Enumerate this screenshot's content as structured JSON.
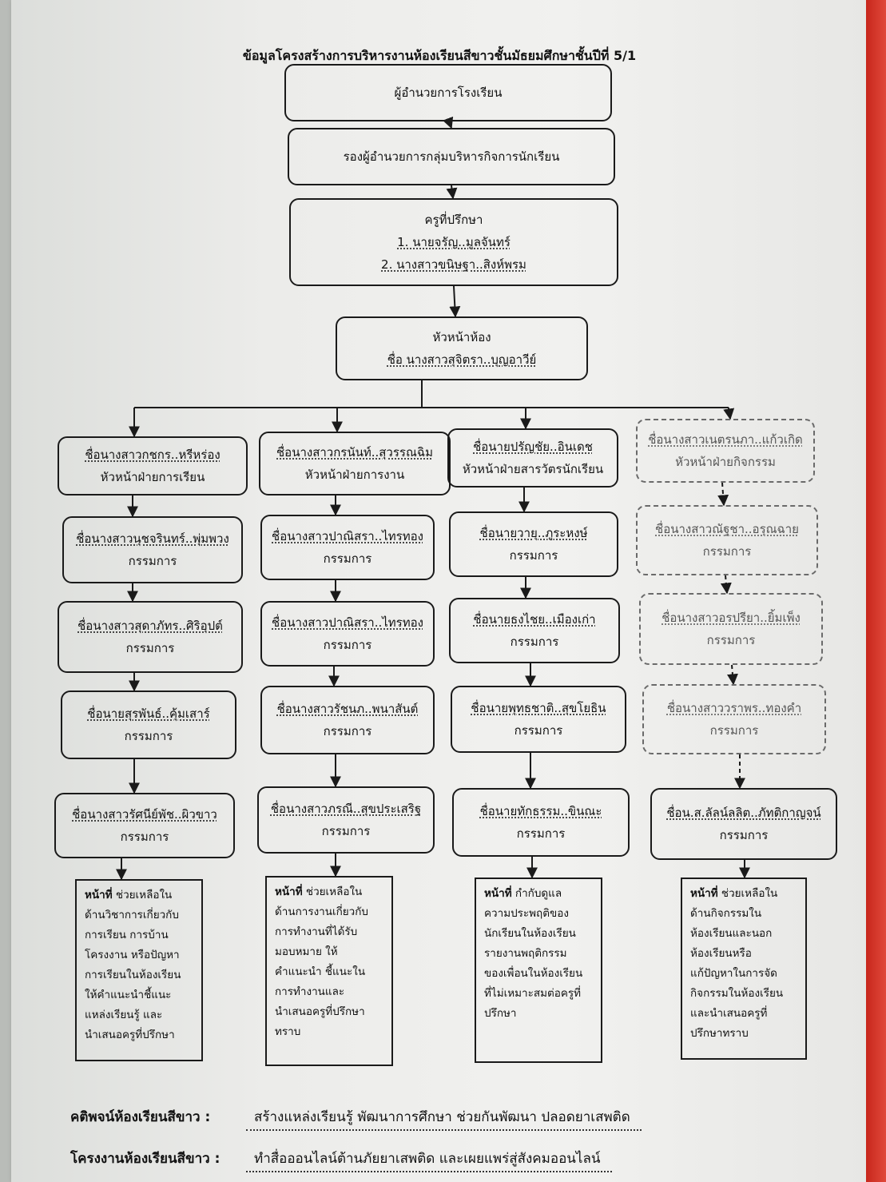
{
  "title": "ข้อมูลโครงสร้างการบริหารงานห้องเรียนสีขาวชั้นมัธยมศึกษาชั้นปีที่ 5/1",
  "director": "ผู้อำนวยการโรงเรียน",
  "deputy": "รองผู้อำนวยการกลุ่มบริหารกิจการนักเรียน",
  "advisors": {
    "heading": "ครูที่ปรึกษา",
    "items": [
      "1. นายจรัญ..มูลจันทร์",
      "2. นางสาวขนิษฐา..สิงห์พรม"
    ]
  },
  "class_head": {
    "heading": "หัวหน้าห้อง",
    "name": "ชื่อ นางสาวสุจิตรา..บุญอาวีย์"
  },
  "columns": [
    {
      "head_name": "ชื่อนางสาวกชกร..หรีหร่อง",
      "head_role": "หัวหน้าฝ่ายการเรียน",
      "members": [
        {
          "name": "ชื่อนางสาวนุชจรินทร์..พุ่มพวง",
          "role": "กรรมการ"
        },
        {
          "name": "ชื่อนางสาวสุดาภัทร..ศิริอุปต์",
          "role": "กรรมการ"
        },
        {
          "name": "ชื่อนายสุรพันธ์..คุ้มเสาร์",
          "role": "กรรมการ"
        },
        {
          "name": "ชื่อนางสาวรัศนีย์พัช..ผิวขาว",
          "role": "กรรมการ"
        }
      ],
      "duty_label": "หน้าที่",
      "duty_lines": [
        "ช่วยเหลือใน",
        "ด้านวิชาการเกี่ยวกับ",
        "การเรียน การบ้าน",
        "โครงงาน หรือปัญหา",
        "การเรียนในห้องเรียน",
        "ให้คำแนะนำชี้แนะ",
        "แหล่งเรียนรู้ และ",
        "นำเสนอครูที่ปรึกษา"
      ]
    },
    {
      "head_name": "ชื่อนางสาวกรนันท์..สุวรรณฉิม",
      "head_role": "หัวหน้าฝ่ายการงาน",
      "members": [
        {
          "name": "ชื่อนางสาวปาณิสรา..ไทรทอง",
          "role": "กรรมการ"
        },
        {
          "name": "ชื่อนางสาวปาณิสรา..ไทรทอง",
          "role": "กรรมการ"
        },
        {
          "name": "ชื่อนางสาวรัชนภ..พนาสันต์",
          "role": "กรรมการ"
        },
        {
          "name": "ชื่อนางสาวภรณี..สุขประเสริฐ",
          "role": "กรรมการ"
        }
      ],
      "duty_label": "หน้าที่",
      "duty_lines": [
        "ช่วยเหลือใน",
        "ด้านการงานเกี่ยวกับ",
        "การทำงานที่ได้รับ",
        "มอบหมาย ให้",
        "คำแนะนำ ชี้แนะใน",
        "การทำงานและ",
        "นำเสนอครูที่ปรึกษา",
        "ทราบ"
      ]
    },
    {
      "head_name": "ชื่อนายปรัญชัย..อินเดช",
      "head_role": "หัวหน้าฝ่ายสารวัตรนักเรียน",
      "members": [
        {
          "name": "ชื่อนายวายุ..ภูระหงษ์",
          "role": "กรรมการ"
        },
        {
          "name": "ชื่อนายธงไชย..เมืองเก่า",
          "role": "กรรมการ"
        },
        {
          "name": "ชื่อนายพุทธชาติ..สุขโยธิน",
          "role": "กรรมการ"
        },
        {
          "name": "ชื่อนายทักธรรม..ขินณะ",
          "role": "กรรมการ"
        }
      ],
      "duty_label": "หน้าที่",
      "duty_lines": [
        "กำกับดูแล",
        "ความประพฤติของ",
        "นักเรียนในห้องเรียน",
        "รายงานพฤติกรรม",
        "ของเพื่อนในห้องเรียน",
        "ที่ไม่เหมาะสมต่อครูที่",
        "ปรึกษา"
      ]
    },
    {
      "head_name": "ชื่อนางสาวเนตรนภา..แก้วเกิด",
      "head_role": "หัวหน้าฝ่ายกิจกรรม",
      "members": [
        {
          "name": "ชื่อนางสาวณัฐชา..อรุณฉาย",
          "role": "กรรมการ"
        },
        {
          "name": "ชื่อนางสาวอรปรียา..ยิ้มเพ็ง",
          "role": "กรรมการ"
        },
        {
          "name": "ชื่อนางสาววราพร..ทองคำ",
          "role": "กรรมการ"
        },
        {
          "name": "ชื่อน.ส.ลัลน์ลลิต..ภัทติกาญจน์",
          "role": "กรรมการ"
        }
      ],
      "duty_label": "หน้าที่",
      "duty_lines": [
        "ช่วยเหลือใน",
        "ด้านกิจกรรมใน",
        "ห้องเรียนและนอก",
        "ห้องเรียนหรือ",
        "แก้ปัญหาในการจัด",
        "กิจกรรมในห้องเรียน",
        "และนำเสนอครูที่",
        "ปรึกษาทราบ"
      ]
    }
  ],
  "footer": {
    "motto_label": "คติพจน์ห้องเรียนสีขาว :",
    "motto_value": "สร้างแหล่งเรียนรู้  พัฒนาการศึกษา  ช่วยกันพัฒนา  ปลอดยาเสพติด",
    "project_label": "โครงงานห้องเรียนสีขาว :",
    "project_value": "ทำสื่อออนไลน์ต้านภัยยาเสพติด  และเผยแพร่สู่สังคมออนไลน์"
  }
}
